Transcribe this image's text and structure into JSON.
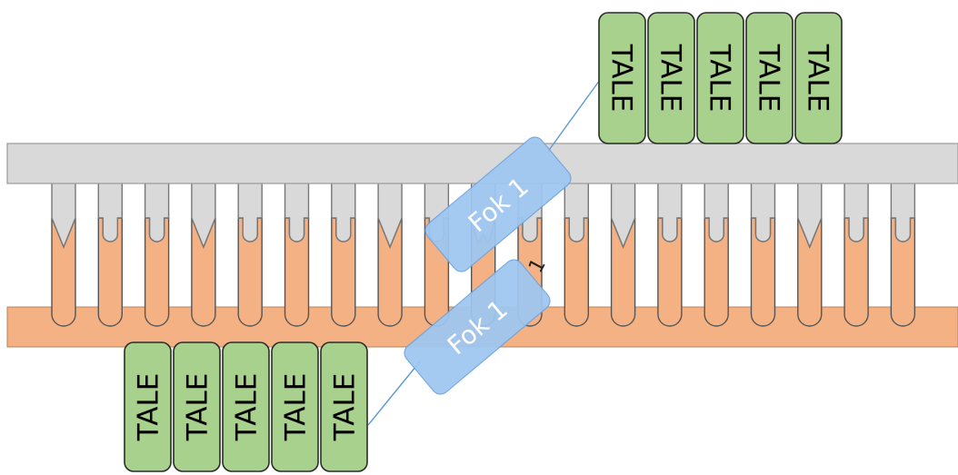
{
  "diagram": {
    "colors": {
      "tale_fill": "#a9d18e",
      "fok_fill": "#9ec7f2",
      "top_strand": "#d9d9d9",
      "bottom_strand": "#f4b183",
      "link_line": "#5b9bd5"
    },
    "top_tale_array": {
      "labels": [
        "TALE",
        "TALE",
        "TALE",
        "TALE",
        "TALE"
      ]
    },
    "bottom_tale_array": {
      "labels": [
        "TALE",
        "TALE",
        "TALE",
        "TALE",
        "TALE"
      ]
    },
    "fok_upper": {
      "label": "Fok 1"
    },
    "fok_lower": {
      "label": "Fok 1"
    },
    "stray_label": "1",
    "base_pairs": {
      "count": 19,
      "joint_shapes": [
        "V",
        "U",
        "U",
        "V",
        "U",
        "U",
        "U",
        "V",
        "U",
        "M",
        "U",
        "U",
        "V",
        "U",
        "U",
        "U",
        "V",
        "U",
        "U"
      ]
    }
  }
}
